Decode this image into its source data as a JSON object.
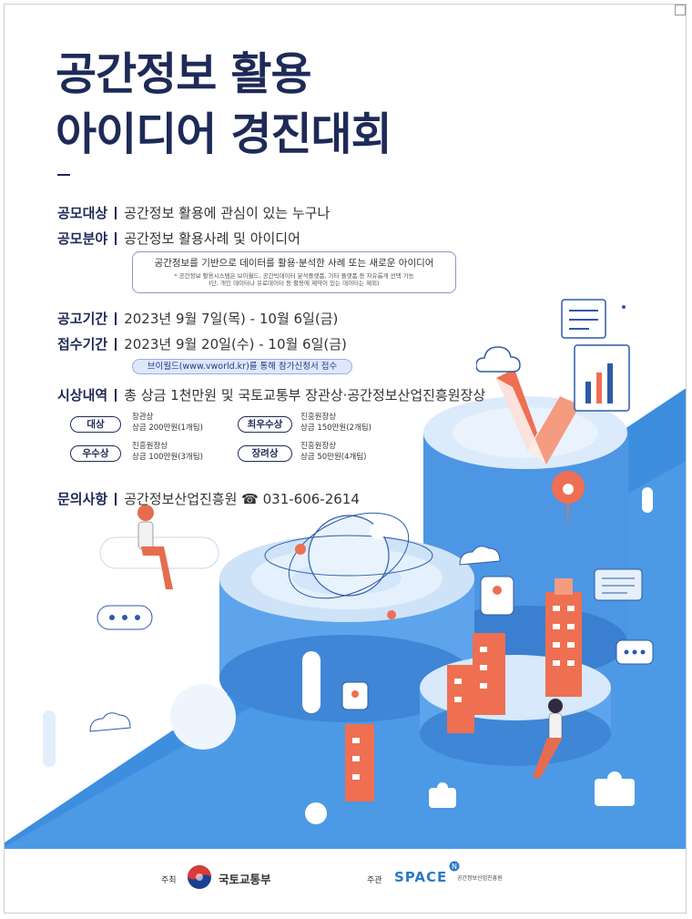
{
  "title": {
    "line1": "공간정보 활용",
    "line2": "아이디어 경진대회"
  },
  "info": {
    "target": {
      "label": "공모대상",
      "value": "공간정보 활용에 관심이 있는 누구나"
    },
    "field": {
      "label": "공모분야",
      "value": "공간정보 활용사례 및 아이디어"
    },
    "field_box": {
      "main": "공간정보를 기반으로 데이터를 활용·분석한 사례 또는 새로운 아이디어",
      "note1": "* 공간정보 활용시스템은 브이월드, 공간빅데이터 분석플랫폼, 기타 플랫폼 등 자유롭게 선택 가능",
      "note2": "(단, 개인 데이터나 유료데이터 등 활용에 제약이 있는 데이터는 제외)"
    },
    "notice_period": {
      "label": "공고기간",
      "value": "2023년 9월 7일(목) - 10월 6일(금)"
    },
    "receipt_period": {
      "label": "접수기간",
      "value": "2023년 9월 20일(수) - 10월 6일(금)"
    },
    "receipt_method": "브이월드(www.vworld.kr)를 통해 참가신청서 접수",
    "awards": {
      "label": "시상내역",
      "value": "총 상금 1천만원 및 국토교통부 장관상·공간정보산업진흥원장상"
    },
    "contact": {
      "label": "문의사항",
      "value": "공간정보산업진흥원 ☎ 031-606-2614"
    }
  },
  "award_list": [
    {
      "name": "대상",
      "giver": "장관상",
      "prize": "상금 200만원(1개팀)"
    },
    {
      "name": "최우수상",
      "giver": "진흥원장상",
      "prize": "상금 150만원(2개팀)"
    },
    {
      "name": "우수상",
      "giver": "진흥원장상",
      "prize": "상금 100만원(3개팀)"
    },
    {
      "name": "장려상",
      "giver": "진흥원장상",
      "prize": "상금 50만원(4개팀)"
    }
  ],
  "footer": {
    "host_label": "주최",
    "host_org": "국토교통부",
    "organizer_label": "주관",
    "organizer_logo": "SPACE",
    "organizer_org": "공간정보산업진흥원"
  },
  "colors": {
    "navy": "#1e2a57",
    "blue": "#3e8ee0",
    "light_blue": "#cfe3f8",
    "orange": "#ee6f52"
  },
  "icons": [
    "cloud-icon",
    "map-pin-icon",
    "chat-bubble-icon",
    "document-chart-icon",
    "puzzle-icon",
    "phone-icon",
    "government-emblem-icon"
  ]
}
